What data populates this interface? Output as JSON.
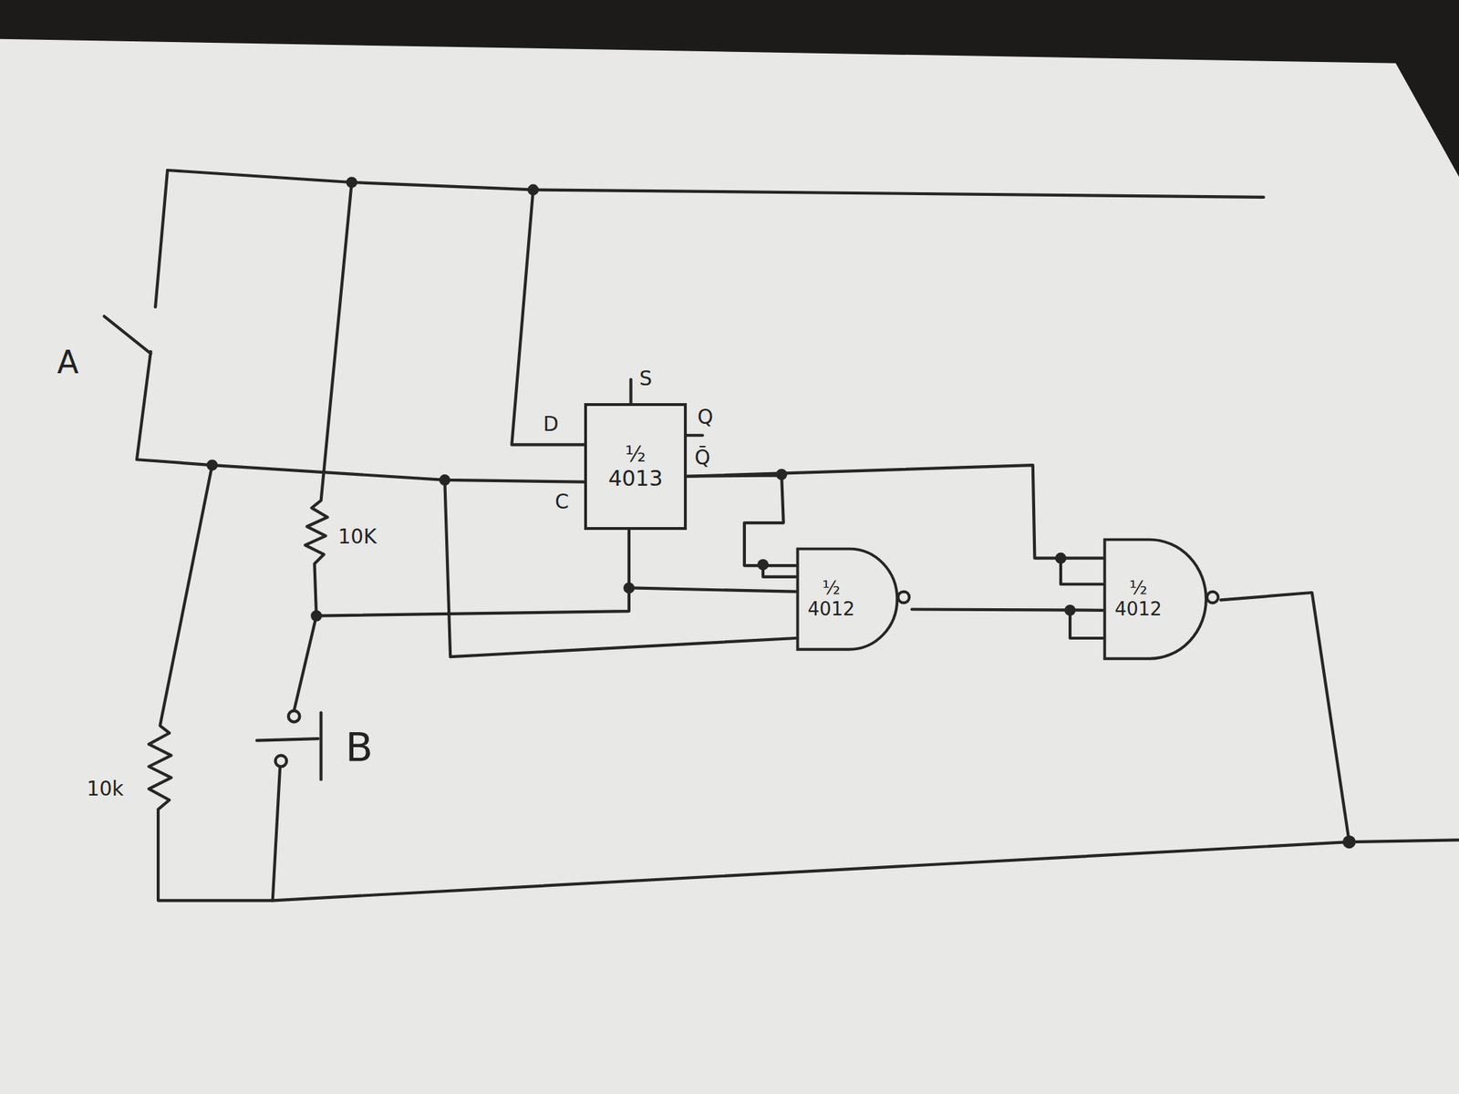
{
  "diagram": {
    "nodes": [
      {
        "text": [
          "½ 4013"
        ]
      },
      {
        "text": [
          "½ 4012"
        ]
      },
      {
        "text": [
          "½ 4012"
        ]
      }
    ],
    "edges": [
      {
        "from": 0,
        "to": 1,
        "arrow": "none"
      },
      {
        "from": 0,
        "to": 2,
        "arrow": "none"
      },
      {
        "from": 1,
        "to": 2,
        "arrow": "none"
      },
      {
        "from": 0,
        "to": 1,
        "arrow": "none"
      }
    ],
    "labels": [
      "A",
      "10K",
      "D",
      "S",
      "Q",
      "Q̄",
      "C",
      "10k",
      "B"
    ]
  }
}
